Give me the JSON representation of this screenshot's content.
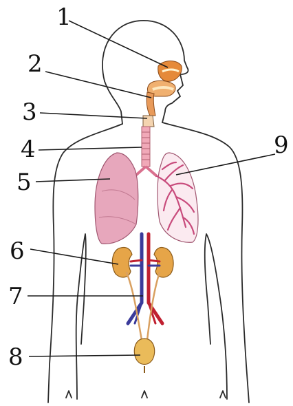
{
  "labels": [
    "1",
    "2",
    "3",
    "4",
    "5",
    "6",
    "7",
    "8",
    "9"
  ],
  "colors": {
    "outline": "#2b2b2b",
    "nasal_cavity": "#e58a3a",
    "pharynx": "#f0b070",
    "trachea": "#f1a9b8",
    "lung_right": "#e7a7bc",
    "lung_left_bronchi": "#c84b7c",
    "kidney": "#e6a548",
    "aorta": "#c02030",
    "vena_cava": "#3a3a9a",
    "bladder": "#eabb5a"
  },
  "icons": [
    "nasal-cavity-shape",
    "pharynx-shape",
    "larynx-shape",
    "trachea-shape",
    "lung-shape",
    "bronchial-tree-shape",
    "kidney-shape",
    "blood-vessels-shape",
    "bladder-shape"
  ]
}
